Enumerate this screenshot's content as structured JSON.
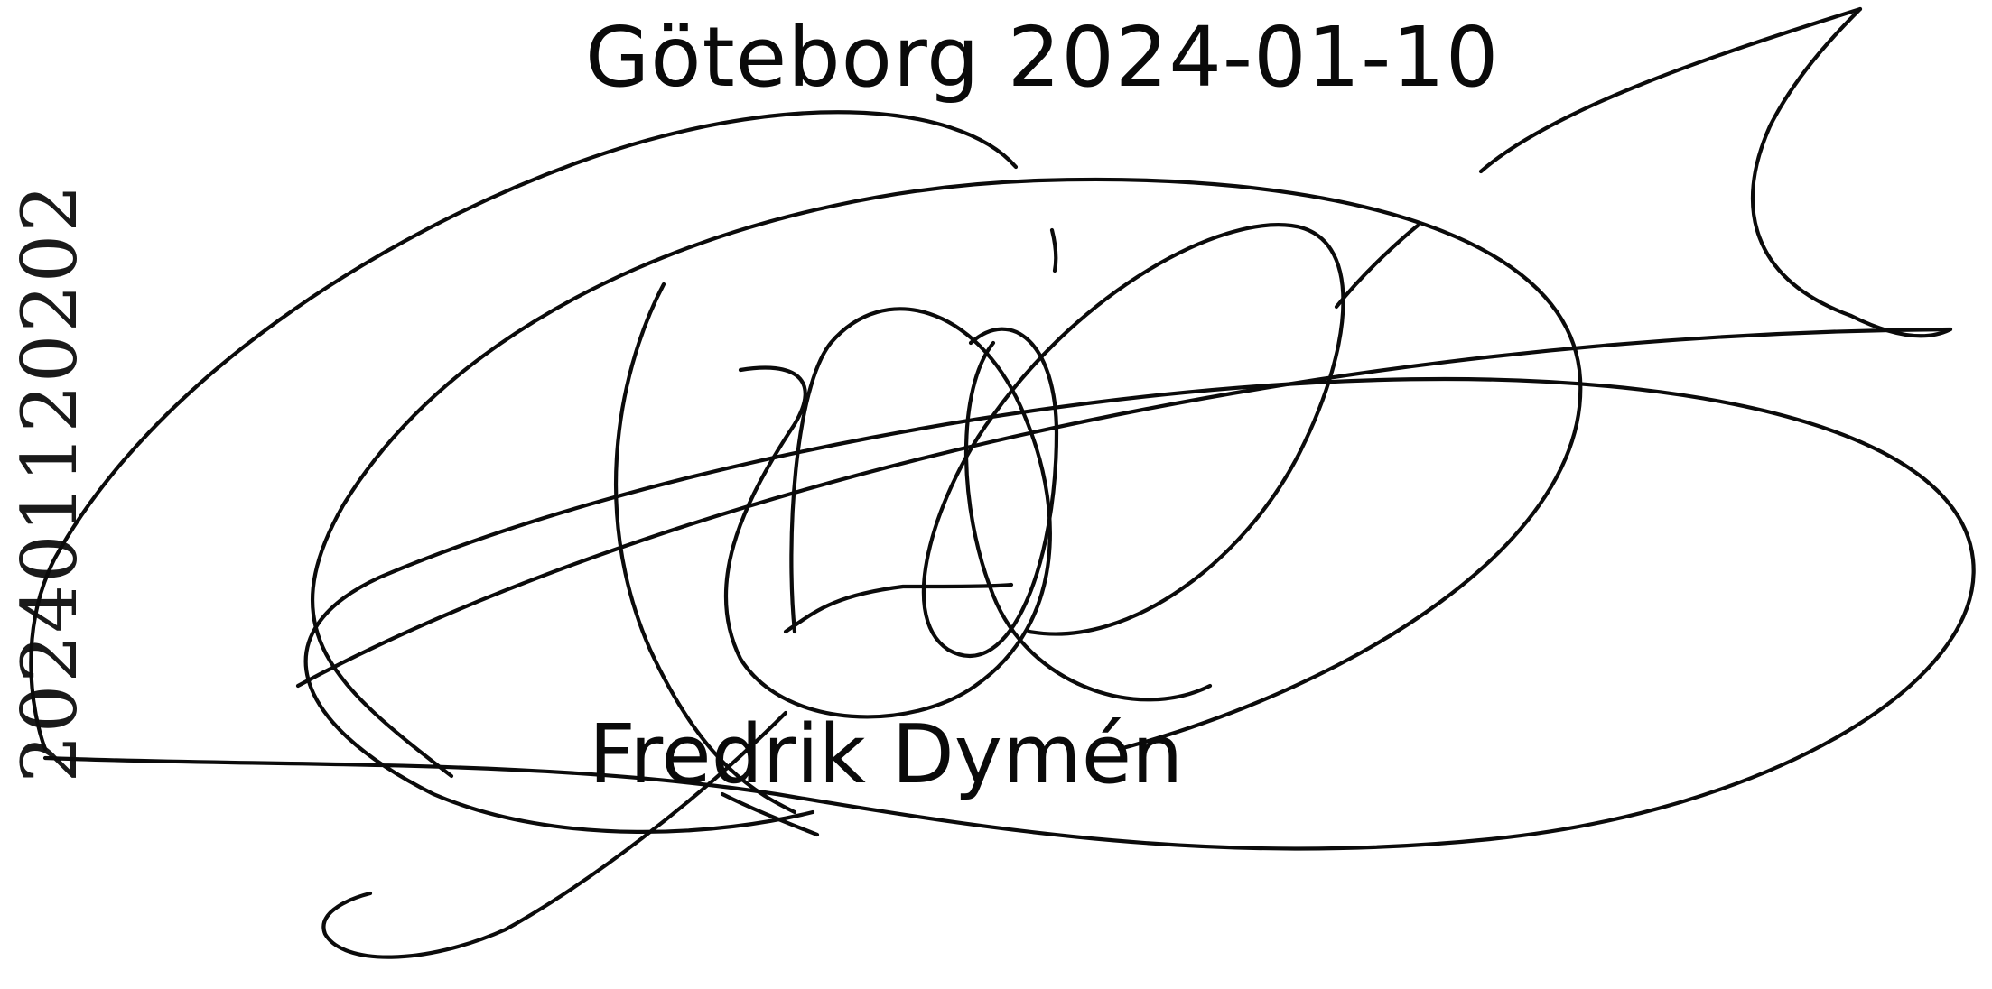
{
  "document": {
    "place_date": "Göteborg 2024-01-10",
    "signer_name": "Fredrik Dymén",
    "side_stamp": "202401120202"
  },
  "signature": {
    "ink_color": "#0b0b0b",
    "type": "handwritten-signature"
  }
}
